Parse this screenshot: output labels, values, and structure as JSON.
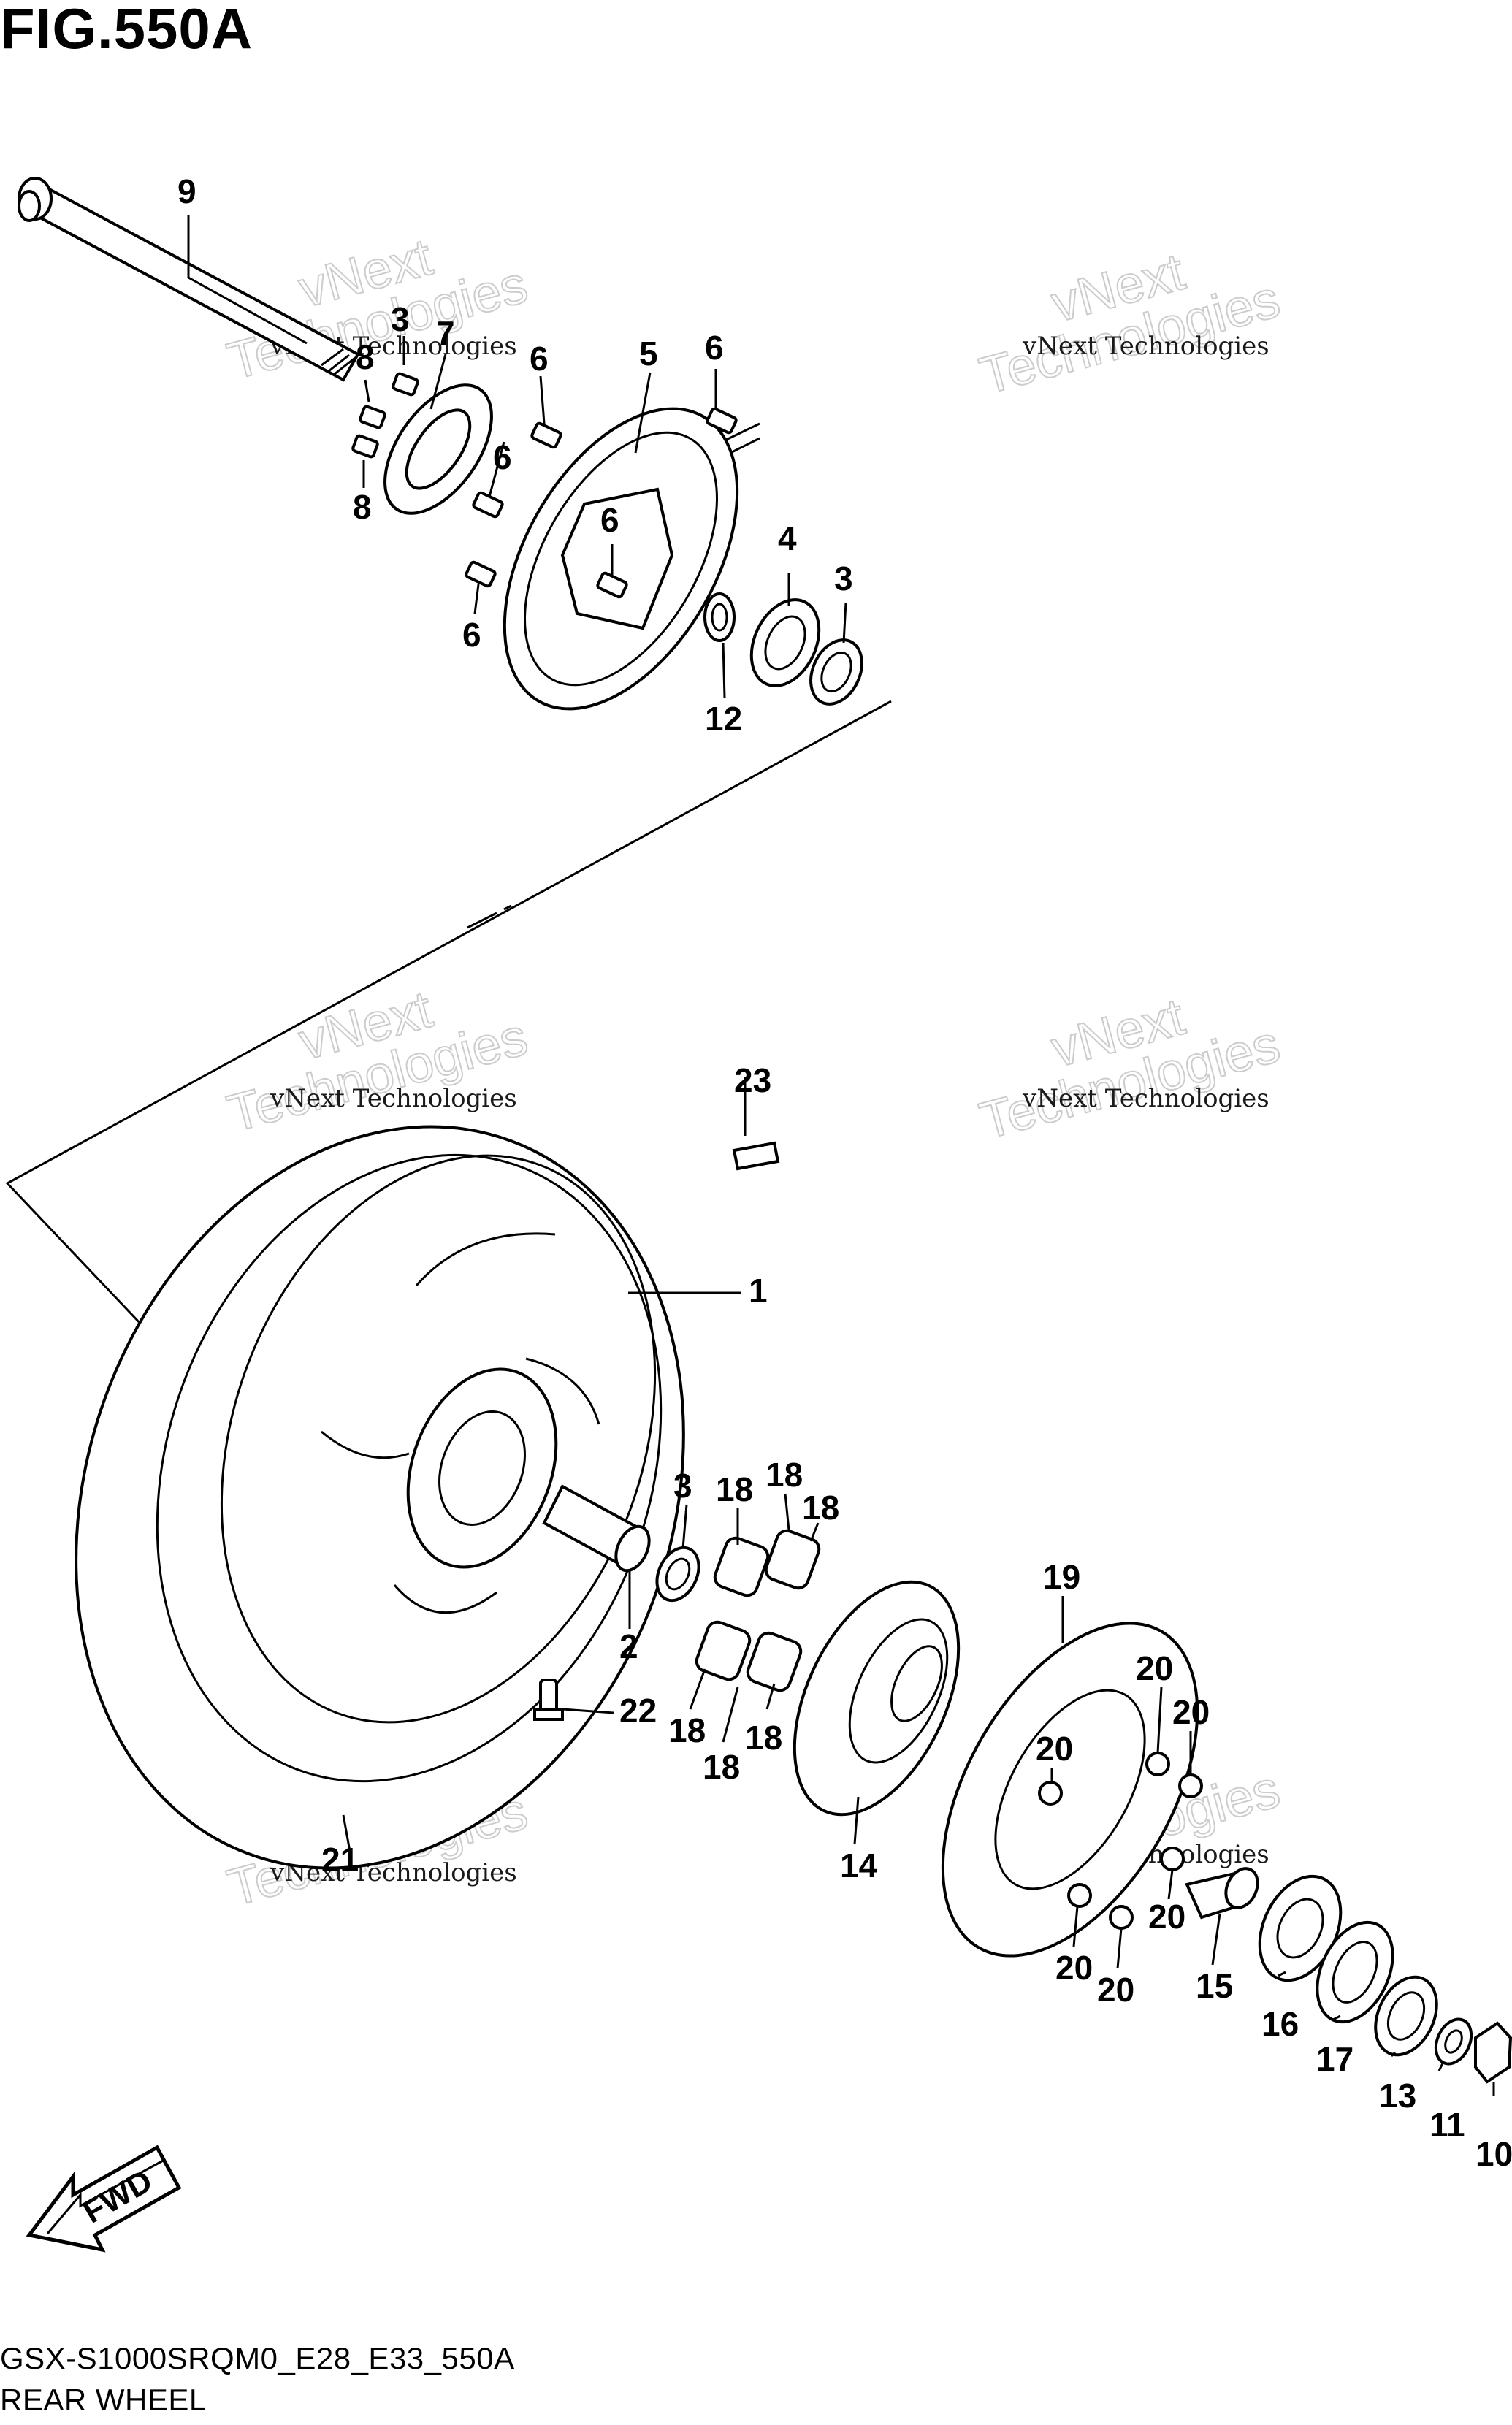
{
  "figure": {
    "title": "FIG.550A",
    "code": "GSX-S1000SRQM0_E28_E33_550A",
    "name": "REAR WHEEL"
  },
  "callouts": {
    "c1": "1",
    "c2": "2",
    "c3a": "3",
    "c3b": "3",
    "c3c": "3",
    "c4": "4",
    "c5": "5",
    "c6a": "6",
    "c6b": "6",
    "c6c": "6",
    "c6d": "6",
    "c6e": "6",
    "c7": "7",
    "c8a": "8",
    "c8b": "8",
    "c9": "9",
    "c10": "10",
    "c11": "11",
    "c12": "12",
    "c13": "13",
    "c14": "14",
    "c15": "15",
    "c16": "16",
    "c17": "17",
    "c18a": "18",
    "c18b": "18",
    "c18c": "18",
    "c18d": "18",
    "c18e": "18",
    "c18f": "18",
    "c19": "19",
    "c20a": "20",
    "c20b": "20",
    "c20c": "20",
    "c20d": "20",
    "c20e": "20",
    "c20f": "20",
    "c21": "21",
    "c22": "22",
    "c23": "23"
  },
  "fwd_label": "FWD",
  "watermark": {
    "line1": "vNext Technologies",
    "line2": "vNext",
    "line3": "Technologies"
  }
}
